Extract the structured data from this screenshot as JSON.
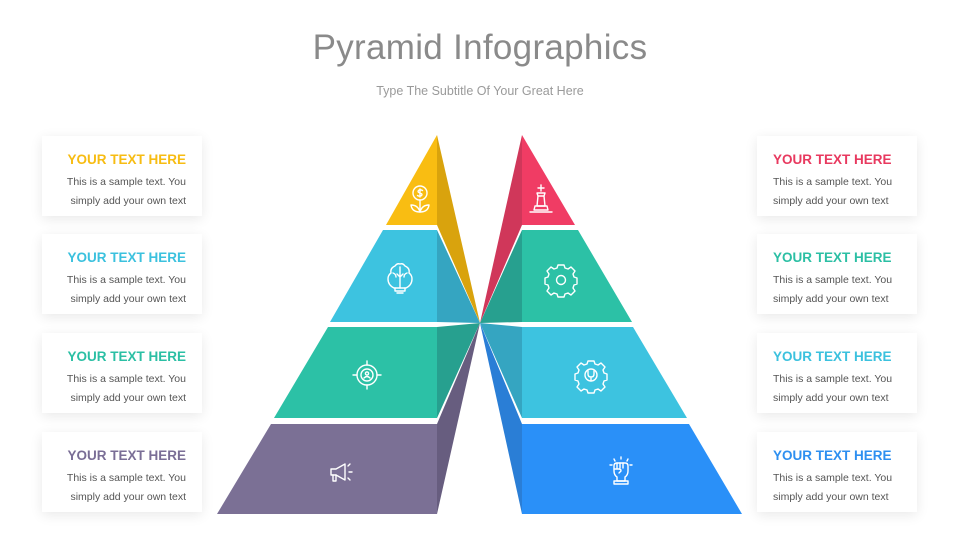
{
  "header": {
    "title": "Pyramid Infographics",
    "subtitle": "Type The Subtitle Of Your Great Here"
  },
  "left_cards": [
    {
      "heading": "YOUR TEXT HERE",
      "line1": "This is a sample text. You",
      "line2": "simply add your own text",
      "color": "#f7bc12"
    },
    {
      "heading": "YOUR TEXT HERE",
      "line1": "This is a sample text. You",
      "line2": "simply add your own text",
      "color": "#3bc1de"
    },
    {
      "heading": "YOUR TEXT HERE",
      "line1": "This is a sample text. You",
      "line2": "simply add your own text",
      "color": "#2bbfa4"
    },
    {
      "heading": "YOUR TEXT HERE",
      "line1": "This is a sample text. You",
      "line2": "simply add your own text",
      "color": "#7a6e96"
    }
  ],
  "right_cards": [
    {
      "heading": "YOUR TEXT HERE",
      "line1": "This is a sample text. You",
      "line2": "simply add your own text",
      "color": "#e8395f"
    },
    {
      "heading": "YOUR TEXT HERE",
      "line1": "This is a sample text. You",
      "line2": "simply add your own text",
      "color": "#2bbfa4"
    },
    {
      "heading": "YOUR TEXT HERE",
      "line1": "This is a sample text. You",
      "line2": "simply add your own text",
      "color": "#3bc1de"
    },
    {
      "heading": "YOUR TEXT HERE",
      "line1": "This is a sample text. You",
      "line2": "simply add your own text",
      "color": "#2d8ff0"
    }
  ],
  "left_pyramid": {
    "tiers": [
      {
        "icon": "money-plant-icon",
        "front": "#f9bd12",
        "side": "#d9a30d"
      },
      {
        "icon": "brain-lightbulb-icon",
        "front": "#3dc3e0",
        "side": "#35a5c1"
      },
      {
        "icon": "target-person-icon",
        "front": "#2cc1a6",
        "side": "#27a08f"
      },
      {
        "icon": "megaphone-icon",
        "front": "#7b7095",
        "side": "#675d7f"
      }
    ]
  },
  "right_pyramid": {
    "tiers": [
      {
        "icon": "chess-king-icon",
        "front": "#f03c64",
        "side": "#d0375a"
      },
      {
        "icon": "gear-icon",
        "front": "#2cc1a6",
        "side": "#27a08f"
      },
      {
        "icon": "gear-wrench-icon",
        "front": "#3dc3e0",
        "side": "#35a5c1"
      },
      {
        "icon": "raised-fist-icon",
        "front": "#2a90f8",
        "side": "#2a7ed6"
      }
    ]
  }
}
